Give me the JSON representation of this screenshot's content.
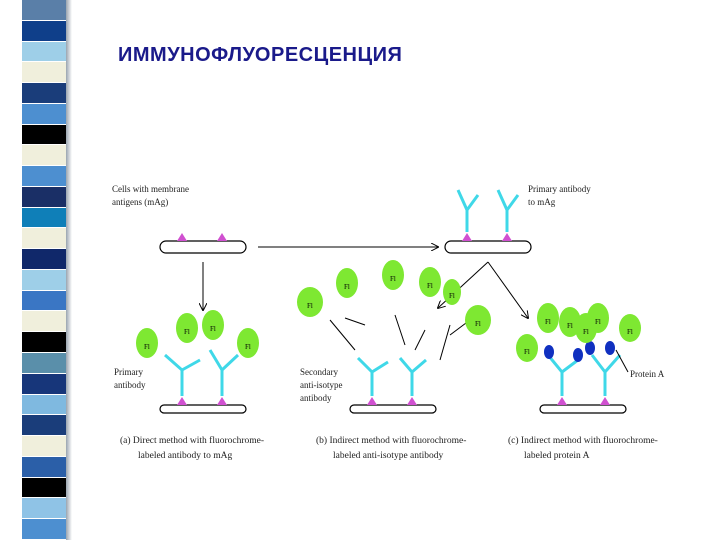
{
  "slide": {
    "title": "ИММУНОФЛУОРЕСЦЕНЦИЯ",
    "stripe_colors": [
      "#5a7fa8",
      "#0f3f8a",
      "#9ecfe8",
      "#f0efdc",
      "#1a3d7a",
      "#4d8fd0",
      "#000000",
      "#f0efdc",
      "#4d8fd0",
      "#1a2f66",
      "#0f7fb8",
      "#f0efdc",
      "#10286a",
      "#9ecfe8",
      "#3a76c4",
      "#f0efdc",
      "#000000",
      "#5a8faa",
      "#17367a",
      "#7fb9e0",
      "#1a3d7a",
      "#f0efdc",
      "#2b5fa8",
      "#000000",
      "#8fc3e6",
      "#4d8fd0"
    ]
  },
  "diagram": {
    "label_cells": [
      "Cells with membrane",
      "antigens (mAg)"
    ],
    "label_primary_top": [
      "Primary antibody",
      "to mAg"
    ],
    "label_primary_left": [
      "Primary",
      "antibody"
    ],
    "label_secondary": [
      "Secondary",
      "anti-isotype",
      "antibody"
    ],
    "label_protein_a": "Protein A",
    "fluor_label": "Fl",
    "caption_a": [
      "(a) Direct method with fluorochrome-",
      "labeled antibody to mAg"
    ],
    "caption_b": [
      "(b) Indirect method with fluorochrome-",
      "labeled anti-isotype antibody"
    ],
    "caption_c": [
      "(c) Indirect method with fluorochrome-",
      "labeled protein A"
    ],
    "colors": {
      "fluor": "#7ee832",
      "antibody": "#3fd8e8",
      "antigen": "#d050d0",
      "protein_a": "#1030c0"
    }
  }
}
